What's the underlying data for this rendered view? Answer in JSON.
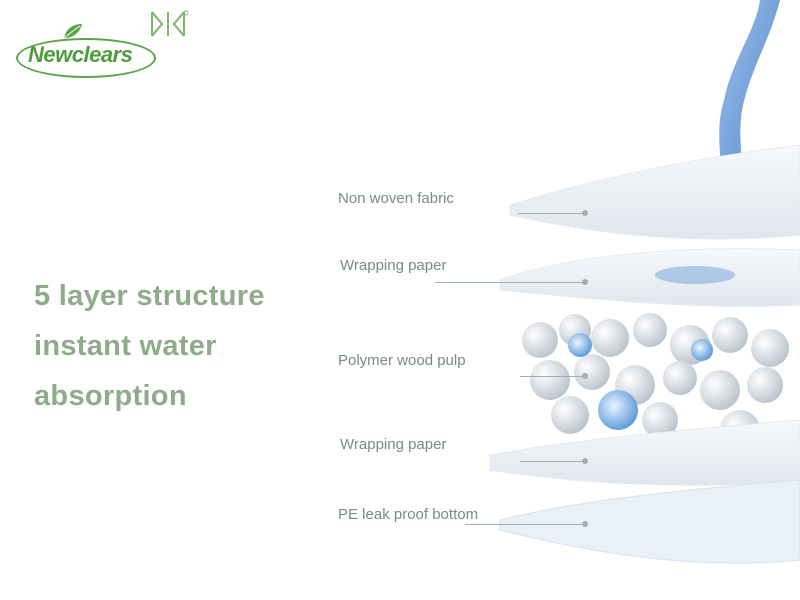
{
  "brand": {
    "name": "Newclears",
    "colors": {
      "green": "#4e9c3e",
      "headline": "#8fac8a",
      "label": "#7a8a84"
    }
  },
  "headline": {
    "line1": "5 layer structure",
    "line2": "instant water",
    "line3": "absorption"
  },
  "layers": [
    {
      "label": "Non woven fabric"
    },
    {
      "label": "Wrapping paper"
    },
    {
      "label": "Polymer wood pulp"
    },
    {
      "label": "Wrapping paper"
    },
    {
      "label": "PE leak proof bottom"
    }
  ],
  "icons": [
    "leaf-icon",
    "monogram-icon",
    "water-splash-icon",
    "polymer-bead-icon"
  ]
}
